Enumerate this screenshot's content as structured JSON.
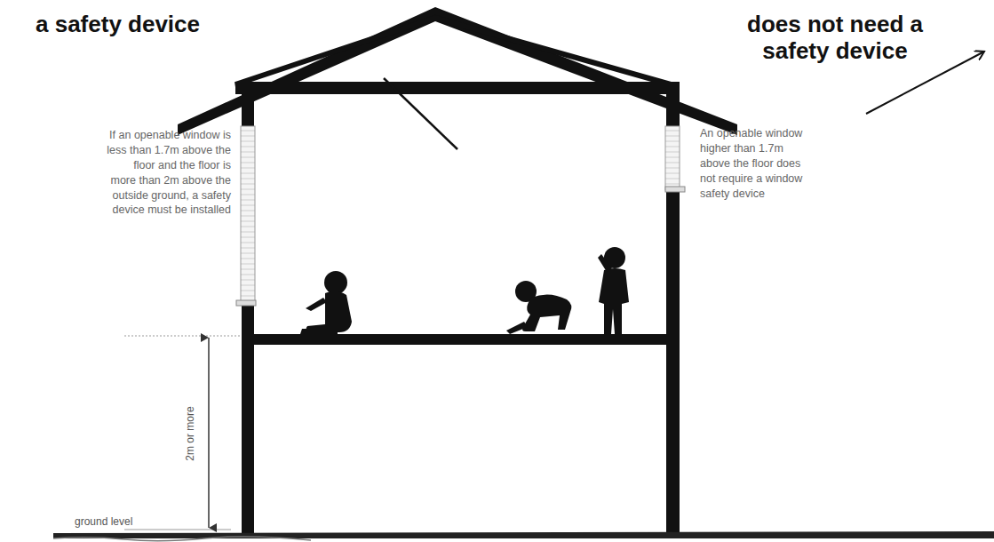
{
  "diagram": {
    "labels": [
      "a safety device",
      "does not need a safety device",
      "If an openable window is less than 1.7m above the floor and the floor is more than 2m above the outside ground, a safety device must be installed",
      "An openable window higher than 1.7m above the floor does not require a window safety device",
      "2m or more",
      "ground level"
    ]
  }
}
